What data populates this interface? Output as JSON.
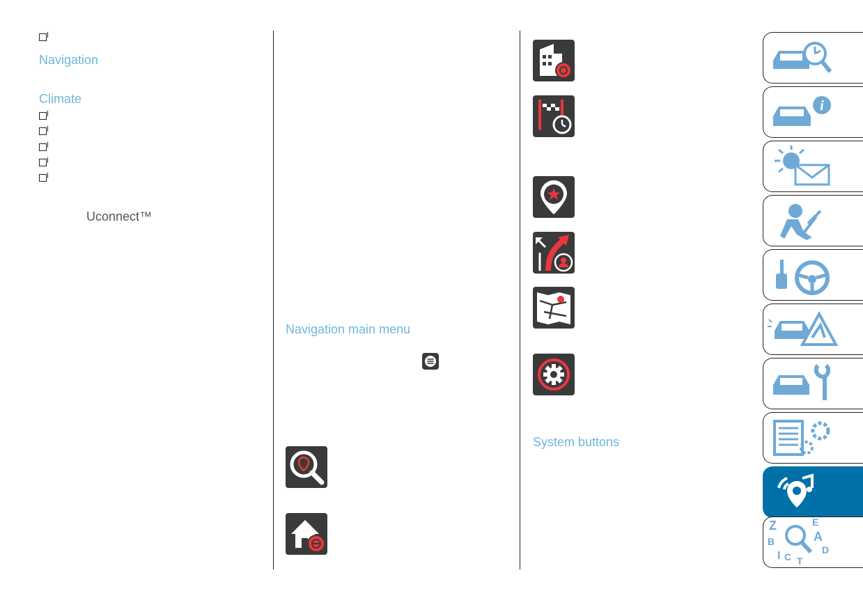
{
  "col1": {
    "navigation_heading": "Navigation",
    "climate_heading": "Climate",
    "brand": "Uconnect™"
  },
  "col2": {
    "menu_heading": "Navigation main menu"
  },
  "col3": {
    "system_heading": "System buttons"
  },
  "colors": {
    "heading": "#6fb7dc",
    "icon_bg": "#3a3a3a",
    "icon_accent": "#e8383d",
    "tab_icon": "#6fa9d6",
    "tab_active_bg": "#0070a8"
  },
  "icons": {
    "col2": [
      "search-destination-icon",
      "drive-home-icon"
    ],
    "col3": [
      "drive-to-work-icon",
      "recent-destinations-icon",
      "my-places-icon",
      "current-route-icon",
      "my-routes-icon",
      "settings-icon"
    ],
    "tabs": [
      "dashboard-knowledge-icon",
      "safety-info-icon",
      "warning-lights-messages-icon",
      "safety-airbag-icon",
      "starting-driving-icon",
      "emergency-icon",
      "maintenance-icon",
      "technical-data-icon",
      "multimedia-icon",
      "index-icon"
    ]
  }
}
